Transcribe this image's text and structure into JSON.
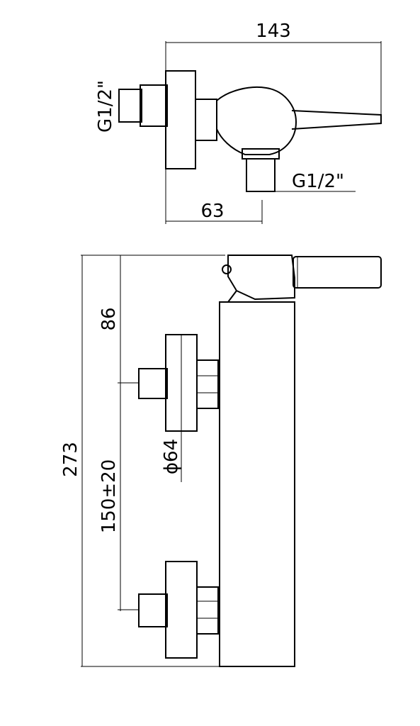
{
  "top_view": {
    "dim_width": "143",
    "dim_offset": "63",
    "inlet_left_label": "G1/2\"",
    "outlet_bottom_label": "G1/2\""
  },
  "front_view": {
    "dim_total_height": "273",
    "dim_upper": "86",
    "dim_centers": "150±20",
    "dim_diameter": "ϕ64"
  },
  "colors": {
    "line": "#000000",
    "background": "#ffffff"
  }
}
